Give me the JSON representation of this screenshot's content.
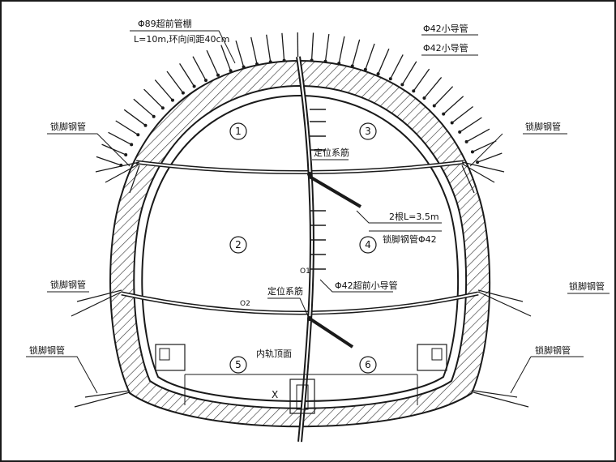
{
  "labels": {
    "pipe_shed_1": "Φ89超前管棚",
    "pipe_shed_2": "L=10m,环向间距40cm",
    "small_pipe_1": "Φ42小导管",
    "small_pipe_2": "Φ42小导管",
    "lock_left_upper": "锁脚钢管",
    "lock_right_upper": "锁脚钢管",
    "lock_left_mid": "锁脚钢管",
    "lock_right_mid": "锁脚钢管",
    "lock_left_low": "锁脚钢管",
    "lock_right_low": "锁脚钢管",
    "positioning_upper": "定位系筋",
    "positioning_lower": "定位系筋",
    "root_spec": "2根L=3.5m",
    "lock_pipe_spec": "锁脚钢管Φ42",
    "advance_pipe": "Φ42超前小导管",
    "rail_top": "内轨顶面",
    "o1": "O1",
    "o2": "O2",
    "x_mark": "X"
  },
  "sections": [
    "1",
    "2",
    "3",
    "4",
    "5",
    "6"
  ],
  "colors": {
    "line": "#1a1a1a",
    "hatch": "#3a3a3a",
    "background": "#ffffff"
  }
}
